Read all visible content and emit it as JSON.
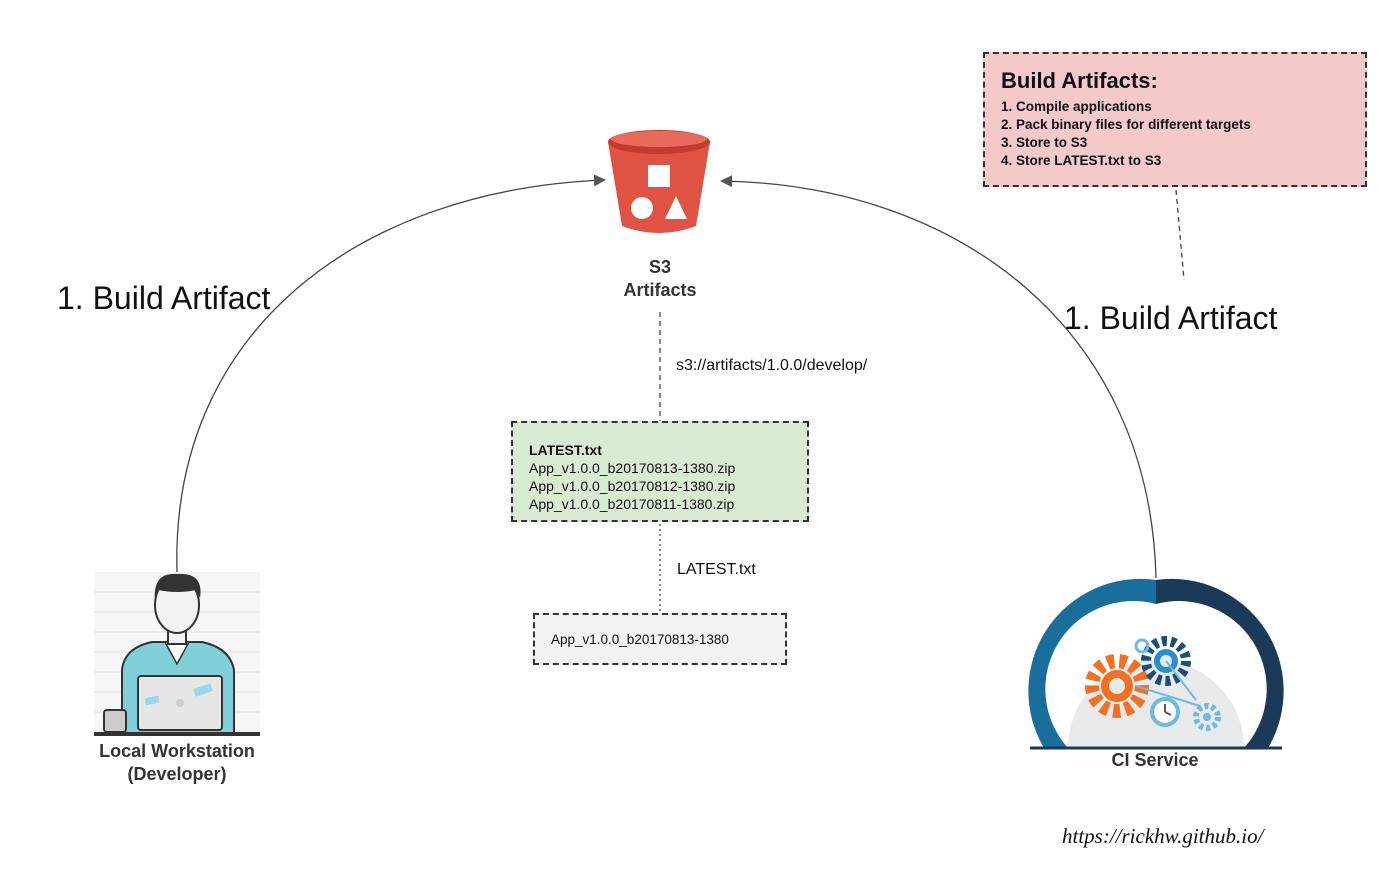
{
  "nodes": {
    "s3": {
      "line1": "S3",
      "line2": "Artifacts"
    },
    "developer": {
      "line1": "Local Workstation",
      "line2": "(Developer)"
    },
    "ci": {
      "label": "CI Service"
    }
  },
  "edges": {
    "left_label": "1. Build Artifact",
    "right_label": "1. Build Artifact",
    "s3_path": "s3://artifacts/1.0.0/develop/",
    "latest_label": "LATEST.txt"
  },
  "notes": {
    "title": "Build Artifacts:",
    "steps": [
      "1. Compile applications",
      "2. Pack binary files for different targets",
      "3. Store to S3",
      "4. Store LATEST.txt to S3"
    ]
  },
  "files_box": {
    "header": "LATEST.txt",
    "files": [
      "App_v1.0.0_b20170813-1380.zip",
      "App_v1.0.0_b20170812-1380.zip",
      "App_v1.0.0_b20170811-1380.zip"
    ]
  },
  "latest_box": {
    "content": "App_v1.0.0_b20170813-1380"
  },
  "footer": {
    "url": "https://rickhw.github.io/"
  },
  "colors": {
    "s3_red": "#e05243",
    "notes_bg": "#f4c9c9",
    "files_bg": "#d9ead3",
    "latest_bg": "#f2f2f2",
    "ci_ring_dark": "#1b3a57",
    "ci_ring_blue": "#1a6e9c",
    "gear_orange": "#f37021",
    "gear_blue": "#2b8fc7",
    "developer_shirt": "#7fd0d8"
  },
  "icons": [
    "s3-bucket-icon",
    "developer-icon",
    "ci-service-icon"
  ]
}
